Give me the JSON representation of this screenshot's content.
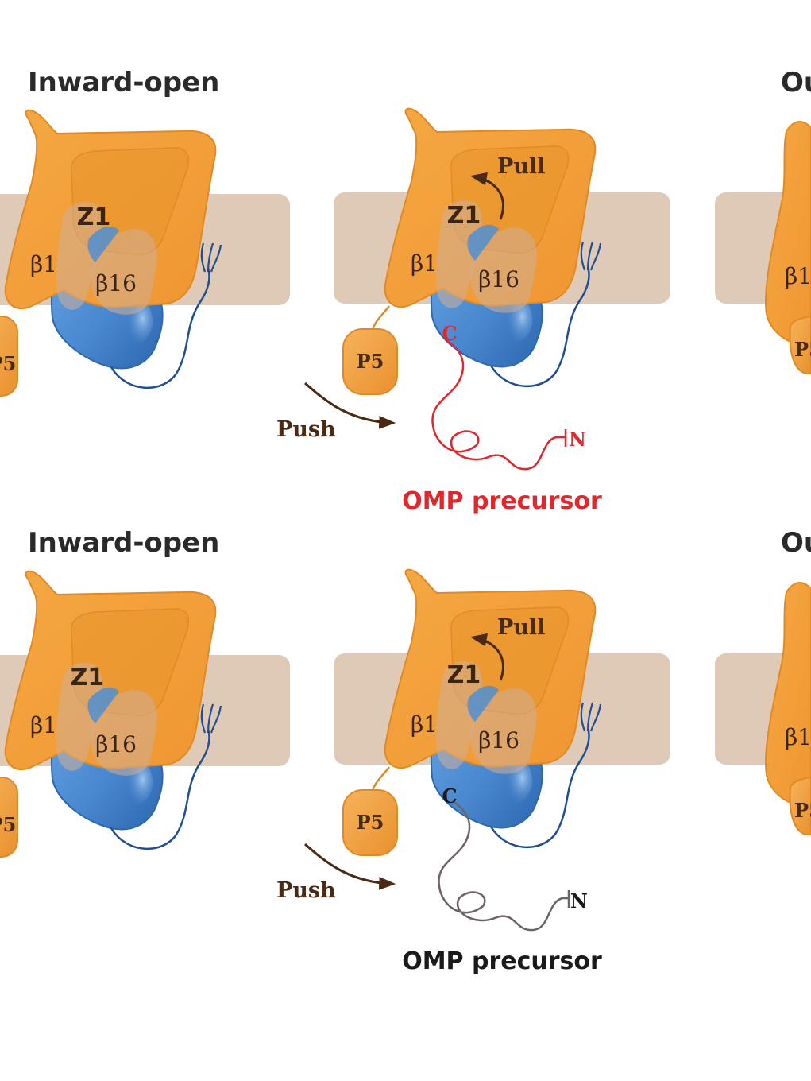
{
  "panels": [
    {
      "title": "Inward-open",
      "right_title": "Ou",
      "z1": "Z1",
      "beta1": "β1",
      "beta16": "β16",
      "p5": "P5",
      "mid": {
        "pull": "Pull",
        "push": "Push",
        "c": "C",
        "n": "N",
        "omp": "OMP precursor",
        "omp_color": "#e3262b",
        "omp_label_color": "#e3262b"
      }
    },
    {
      "title": "Inward-open",
      "right_title": "Ou",
      "z1": "Z1",
      "beta1": "β1",
      "beta16": "β16",
      "p5": "P5",
      "mid": {
        "pull": "Pull",
        "push": "Push",
        "c": "C",
        "n": "N",
        "omp": "OMP precursor",
        "omp_color": "#6e6364",
        "omp_label_color": "#1a1a1a"
      }
    }
  ],
  "colors": {
    "membrane": "#dfc9b7",
    "orange": "#f3a13e",
    "orange_dark": "#e48a24",
    "blue": "#4f8fd4",
    "blue_dark": "#2f6db6",
    "brown": "#4a2a12"
  }
}
